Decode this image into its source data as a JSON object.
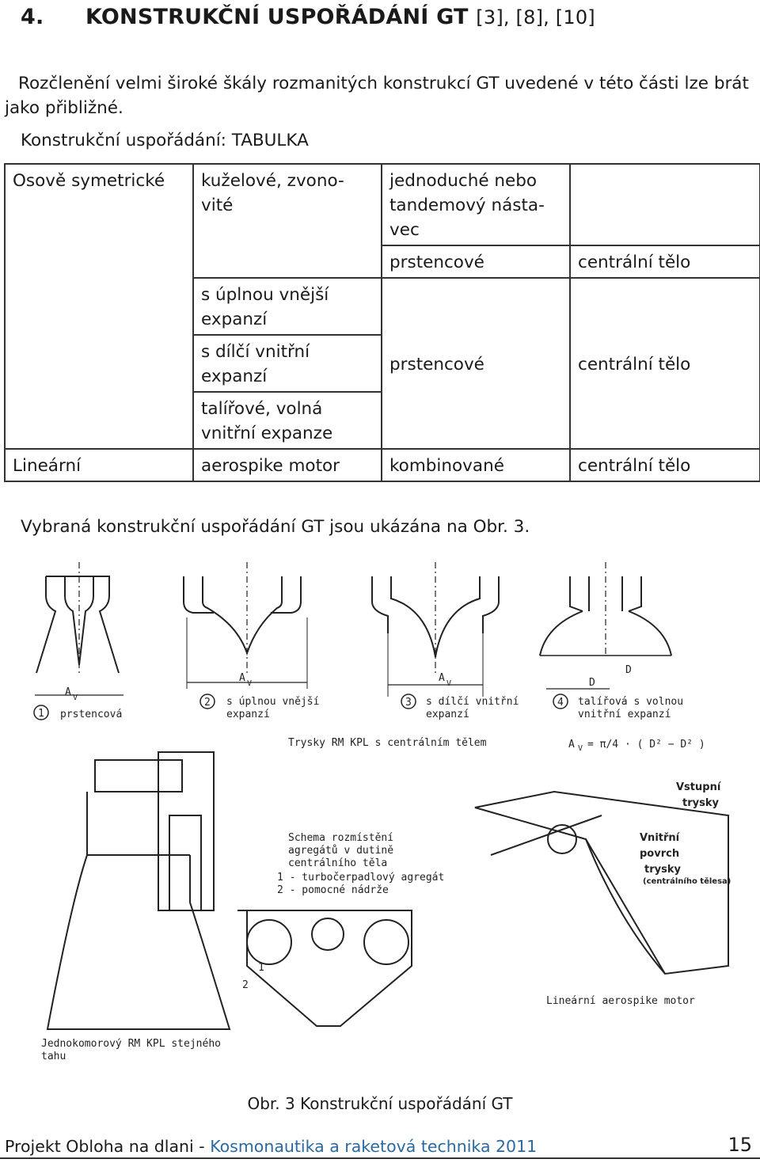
{
  "heading": {
    "number": "4.",
    "title": "KONSTRUKČNÍ USPOŘÁDÁNÍ GT",
    "refs": "[3], [8], [10]"
  },
  "intro_text": "Rozčlenění velmi široké škály rozmanitých konstrukcí GT uvedené v této části lze brát jako přibližné.",
  "table_label": "Konstrukční uspořádání: TABULKA",
  "table": {
    "axisym": "Osově symetrické",
    "cone_bell": "kuželové, zvono-vité",
    "single_tandem": "jednoduché nebo tandemový násta-vec",
    "ring_1": "prstencové",
    "center_body_1": "centrální tělo",
    "full_external": "s úplnou vnější expanzí",
    "partial_internal": "s dílčí vnitřní expanzí",
    "ring_2": "prstencové",
    "center_body_2": "centrální tělo",
    "plate_free": "talířové, volná vnitřní expanze",
    "linear": "Lineární",
    "aerospike": "aerospike motor",
    "combined": "kombinované",
    "center_body_3": "centrální tělo"
  },
  "caption_intro": "Vybraná konstrukční uspořádání GT jsou ukázána na Obr. 3.",
  "figure": {
    "label_av_1": "A",
    "label_av_2": "A",
    "label_av_3": "A",
    "sub_v": "V",
    "item1_num": "1",
    "item1_text": "prstencová",
    "item2_num": "2",
    "item2_text_a": "s úplnou vnější",
    "item2_text_b": "expanzí",
    "item3_num": "3",
    "item3_text_a": "s dílčí vnitřní",
    "item3_text_b": "expanzí",
    "item4_num": "4",
    "item4_text_a": "talířová s volnou",
    "item4_text_b": "vnitřní expanzí",
    "dv_label": "D",
    "do_label": "D",
    "formula": "A",
    "formula_rest": "= π/4 · ( D² − D² )",
    "row_title": "Trysky RM KPL s centrálním tělem",
    "schema_1": "Schema rozmístění",
    "schema_2": "agregátů v dutině",
    "schema_3": "centrálního těla",
    "schema_4": "1 - turbočerpadlový agregát",
    "schema_5": "2 - pomocné nádrže",
    "part_1": "1",
    "part_2": "2",
    "inlet_1": "Vstupní",
    "inlet_2": "trysky",
    "inner_1": "Vnitřní",
    "inner_2": "povrch",
    "inner_3": "trysky",
    "inner_4": "(centrálního tělesa)",
    "linear_label": "Lineární aerospike motor",
    "single_1": "Jednokomorový RM KPL stejného",
    "single_2": "tahu"
  },
  "figure_caption": "Obr. 3 Konstrukční uspořádání GT",
  "footer": {
    "prefix": "Projekt Obloha na dlani - ",
    "accent": "Kosmonautika a raketová technika 2011",
    "accent_color": "#2a6aa0"
  },
  "page_number": "15"
}
